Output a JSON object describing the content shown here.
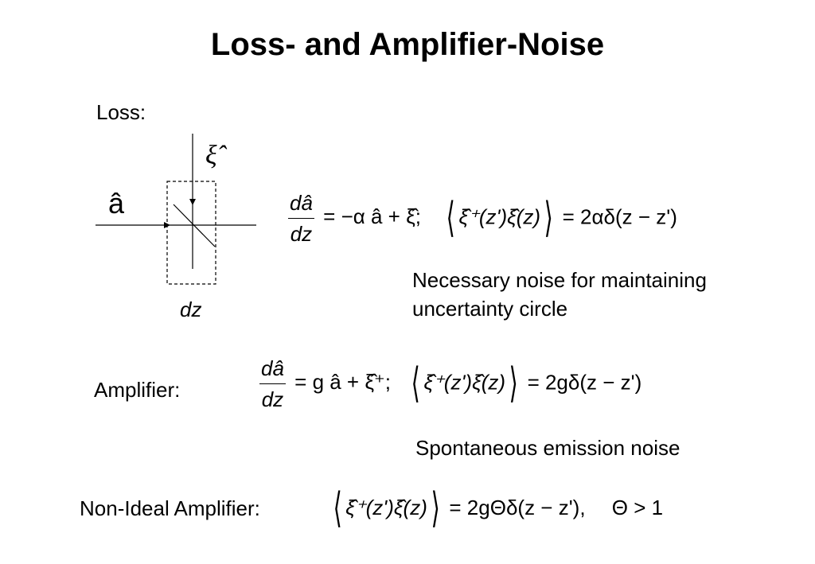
{
  "title": "Loss- and Amplifier-Noise",
  "loss": {
    "label": "Loss:",
    "diagram": {
      "input_label": "â",
      "noise_label": "ξ̂",
      "segment_label": "dz"
    },
    "equation": {
      "numerator": "dâ",
      "denominator": "dz",
      "rhs": "= −α â + ξ̂;",
      "correlator": "ξ̂⁺(z')ξ̂(z)",
      "result": "= 2αδ(z − z')"
    },
    "note_line1": "Necessary noise for maintaining",
    "note_line2": "uncertainty circle"
  },
  "amplifier": {
    "label": "Amplifier:",
    "equation": {
      "numerator": "dâ",
      "denominator": "dz",
      "rhs": "= g â + ξ̂⁺;",
      "correlator": "ξ̂⁺(z')ξ̂(z)",
      "result": "= 2gδ(z − z')"
    },
    "note": "Spontaneous emission noise"
  },
  "non_ideal": {
    "label": "Non-Ideal Amplifier:",
    "correlator": "ξ̂⁺(z')ξ̂(z)",
    "result": "= 2gΘδ(z − z'),",
    "condition": "Θ > 1"
  }
}
